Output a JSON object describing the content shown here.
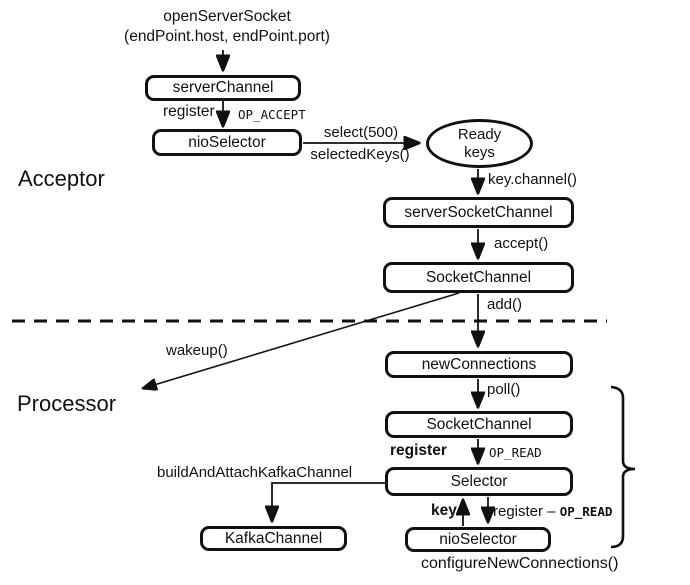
{
  "diagram": {
    "title_note": {
      "line1": "openServerSocket",
      "line2": "(endPoint.host, endPoint.port)"
    },
    "sections": {
      "acceptor": "Acceptor",
      "processor": "Processor"
    },
    "nodes": {
      "server_channel": "serverChannel",
      "nio_selector_acceptor": "nioSelector",
      "ready_keys_line1": "Ready",
      "ready_keys_line2": "keys",
      "server_socket_channel": "serverSocketChannel",
      "socket_channel_acceptor": "SocketChannel",
      "new_connections": "newConnections",
      "socket_channel_processor": "SocketChannel",
      "selector": "Selector",
      "nio_selector_processor": "nioSelector",
      "kafka_channel": "KafkaChannel"
    },
    "labels": {
      "register_acceptor": "register",
      "op_accept": "OP_ACCEPT",
      "select_500": "select(500)",
      "selected_keys": "selectedKeys()",
      "key_channel": "key.channel()",
      "accept": "accept()",
      "add": "add()",
      "wakeup": "wakeup()",
      "poll": "poll()",
      "register_processor": "register",
      "op_read": "OP_READ",
      "build_and_attach": "buildAndAttachKafkaChannel",
      "key": "key",
      "register_dash": "register –",
      "op_read_2": "OP_READ",
      "configure_new_connections": "configureNewConnections()"
    },
    "colors": {
      "ink": "#111111",
      "background": "#ffffff"
    }
  }
}
